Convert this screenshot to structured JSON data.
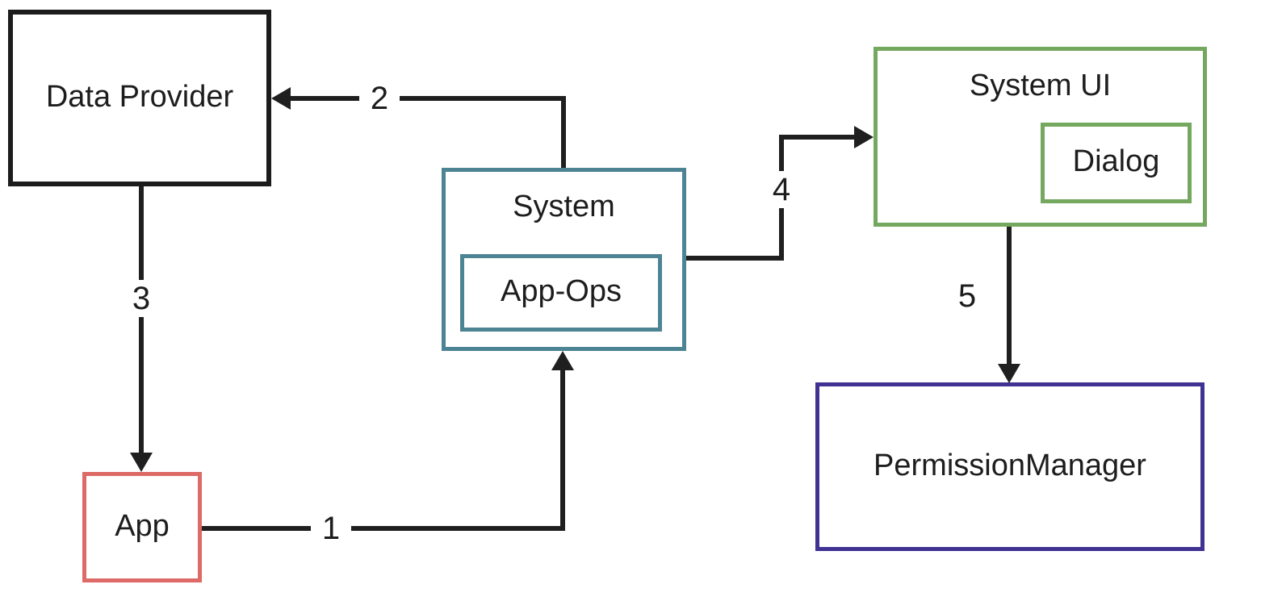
{
  "diagram": {
    "description": "Flow diagram of app permission handling between system components",
    "colors": {
      "line": "#1f1f1f",
      "text": "#1d1d1d",
      "data_provider_border": "#1c1c1c",
      "app_border": "#dd6a66",
      "system_border": "#4d8494",
      "system_ui_border": "#74a85e",
      "permission_manager_border": "#3f3292",
      "background": "#ffffff"
    },
    "nodes": {
      "data_provider": {
        "label": "Data Provider",
        "border_color": "#1c1c1c"
      },
      "app": {
        "label": "App",
        "border_color": "#dd6a66"
      },
      "system": {
        "label": "System",
        "border_color": "#4d8494"
      },
      "app_ops": {
        "label": "App-Ops",
        "border_color": "#4d8494",
        "parent": "system"
      },
      "system_ui": {
        "label": "System UI",
        "border_color": "#74a85e"
      },
      "dialog": {
        "label": "Dialog",
        "border_color": "#74a85e",
        "parent": "system_ui"
      },
      "permission_manager": {
        "label": "PermissionManager",
        "border_color": "#3f3292"
      }
    },
    "edges": {
      "edge1": {
        "label": "1",
        "from": "app",
        "to": "system",
        "direction": "right-then-up"
      },
      "edge2": {
        "label": "2",
        "from": "system",
        "to": "data_provider",
        "direction": "up-then-left"
      },
      "edge3": {
        "label": "3",
        "from": "data_provider",
        "to": "app",
        "direction": "down"
      },
      "edge4": {
        "label": "4",
        "from": "system",
        "to": "system_ui",
        "direction": "right-up-right"
      },
      "edge5": {
        "label": "5",
        "from": "system_ui",
        "to": "permission_manager",
        "direction": "down"
      }
    }
  }
}
